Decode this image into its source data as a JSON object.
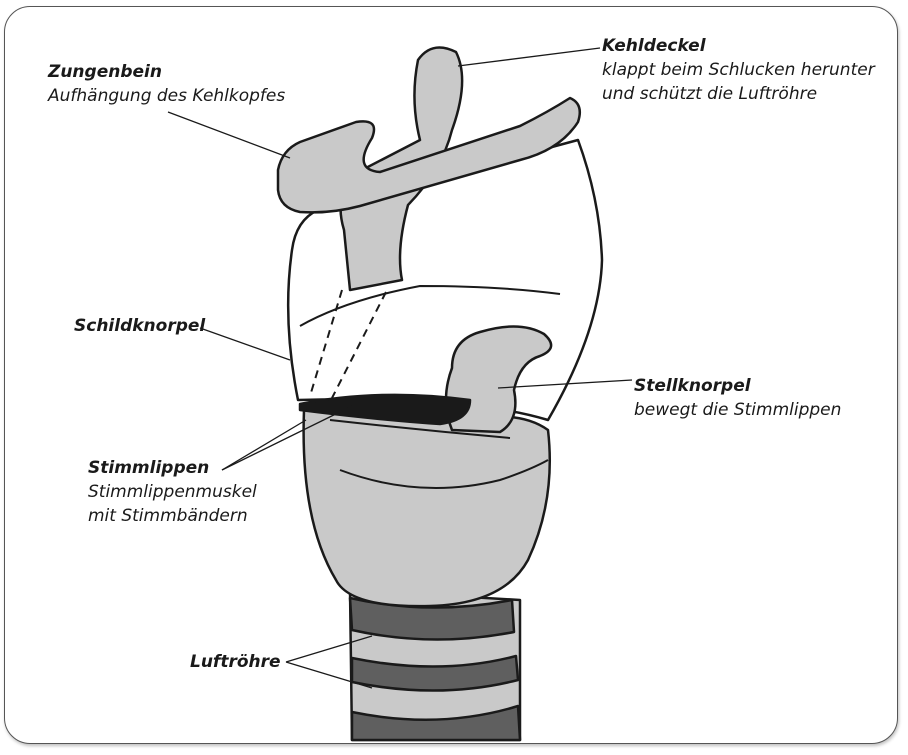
{
  "labels": {
    "zungenbein": {
      "title": "Zungenbein",
      "desc": "Aufhängung des Kehlkopfes"
    },
    "kehldeckel": {
      "title": "Kehldeckel",
      "desc1": "klappt beim Schlucken herunter",
      "desc2": "und schützt die Luftröhre"
    },
    "schildknorpel": {
      "title": "Schildknorpel"
    },
    "stellknorpel": {
      "title": "Stellknorpel",
      "desc": "bewegt die Stimmlippen"
    },
    "stimmlippen": {
      "title": "Stimmlippen",
      "desc1": "Stimmlippenmuskel",
      "desc2": "mit Stimmbändern"
    },
    "luftroehre": {
      "title": "Luftröhre"
    }
  },
  "colors": {
    "cartilage": "#c9c9c9",
    "ring": "#5f5f5f",
    "outline": "#1a1a1a"
  }
}
